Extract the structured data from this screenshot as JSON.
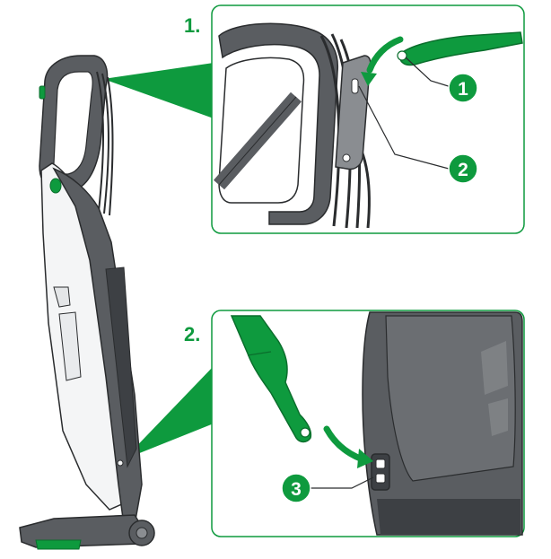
{
  "colors": {
    "green": "#0e9a3e",
    "dark_green": "#0a6e2c",
    "body_dark": "#5a5d61",
    "body_darker": "#3d4044",
    "body_mid": "#8a8d91",
    "white_shell": "#f4f5f6",
    "outline": "#2a2c2e"
  },
  "steps": [
    {
      "label": "1."
    },
    {
      "label": "2."
    }
  ],
  "callouts": [
    {
      "number": "1"
    },
    {
      "number": "2"
    },
    {
      "number": "3"
    }
  ],
  "icons": {
    "arrow_step1": "curved-arrow-icon",
    "arrow_step2": "curved-arrow-icon"
  }
}
